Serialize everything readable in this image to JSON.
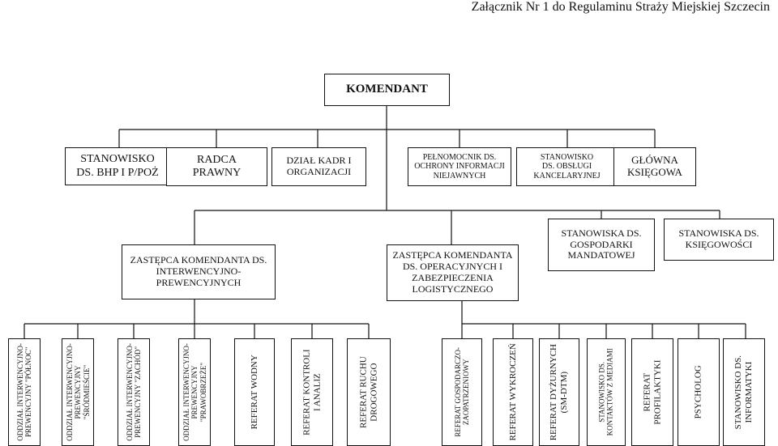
{
  "title": "Załącznik Nr 1 do Regulaminu Straży Miejskiej Szczecin",
  "komendant": "KOMENDANT",
  "row1": [
    [
      "STANOWISKO",
      "DS. BHP I P/POŻ"
    ],
    [
      "RADCA",
      "PRAWNY"
    ],
    [
      "DZIAŁ KADR I",
      "ORGANIZACJI"
    ],
    [
      "PEŁNOMOCNIK DS.",
      "OCHRONY INFORMACJI",
      "NIEJAWNYCH"
    ],
    [
      "STANOWISKO",
      "DS. OBSŁUGI",
      "KANCELARYJNEJ"
    ],
    [
      "GŁÓWNA",
      "KSIĘGOWA"
    ]
  ],
  "row2": [
    [
      "ZASTĘPCA KOMENDANTA DS.",
      "INTERWENCYJNO-",
      "PREWENCYJNYCH"
    ],
    [
      "ZASTĘPCA KOMENDANTA",
      "DS. OPERACYJNYCH I",
      "ZABEZPIECZENIA",
      "LOGISTYCZNEGO"
    ],
    [
      "STANOWISKA DS.",
      "GOSPODARKI",
      "MANDATOWEJ"
    ],
    [
      "STANOWISKA DS.",
      "KSIĘGOWOŚCI"
    ]
  ],
  "row3": [
    [
      "ODDZIAŁ INTERWENCYJNO-",
      "PREWENCYJNY \"PÓŁNOC\""
    ],
    [
      "ODDZIAŁ INTERWENCYJNO-",
      "PREWENCYJNY",
      "\"ŚRÓDMIEŚCIE\""
    ],
    [
      "ODDZIAŁ INTERWENCYJNO-",
      "PREWENCYJNY \"ZACHÓD\""
    ],
    [
      "ODDZIAŁ INTERWENCYJNO-",
      "PREWENCYJNY",
      "\"PRAWOBRZEŻE\""
    ],
    [
      "REFERAT WODNY"
    ],
    [
      "REFERAT KONTROLI",
      "I ANALIZ"
    ],
    [
      "REFERAT RUCHU",
      "DROGOWEGO"
    ],
    [
      "REFERAT GOSPODARCZO-",
      "ZAOPATRZENIOWY"
    ],
    [
      "REFERAT WYKROCZEŃ"
    ],
    [
      "REFERAT DYŻURNYCH",
      "(SM-DTM)"
    ],
    [
      "STANOWISKO DS.",
      "KONTAKTÓW Z MEDIAMI"
    ],
    [
      "REFERAT",
      "PROFILAKTYKI"
    ],
    [
      "PSYCHOLOG"
    ],
    [
      "STANOWISKO DS.",
      "INFORMATYKI"
    ]
  ]
}
